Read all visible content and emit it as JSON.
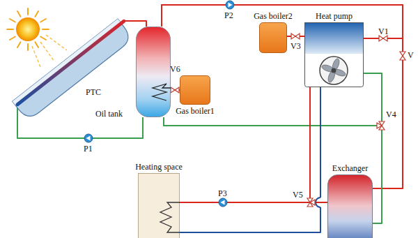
{
  "diagram": {
    "nodes": [
      {
        "text": [
          "PTC"
        ]
      },
      {
        "text": [
          "Oil tank"
        ]
      },
      {
        "text": [
          "Gas boiler1"
        ]
      },
      {
        "text": [
          "Gas boiler2"
        ]
      },
      {
        "text": [
          "Heat pump"
        ]
      },
      {
        "text": [
          "Exchanger"
        ]
      },
      {
        "text": [
          "Heating space"
        ]
      }
    ],
    "edges": [
      {
        "from": 0,
        "to": 1,
        "arrow": "none"
      },
      {
        "from": 1,
        "to": 0,
        "arrow": "none"
      },
      {
        "from": 2,
        "to": 1,
        "arrow": "none"
      },
      {
        "from": 1,
        "to": 4,
        "arrow": "none"
      },
      {
        "from": 1,
        "to": 5,
        "arrow": "none"
      },
      {
        "from": 3,
        "to": 4,
        "arrow": "none"
      },
      {
        "from": 4,
        "to": 1,
        "arrow": "none"
      },
      {
        "from": 5,
        "to": 1,
        "arrow": "none"
      },
      {
        "from": 4,
        "to": 6,
        "arrow": "none"
      },
      {
        "from": 5,
        "to": 6,
        "arrow": "none"
      },
      {
        "from": 6,
        "to": 4,
        "arrow": "none"
      }
    ],
    "labels": [
      "V6",
      "P2",
      "V3",
      "V1",
      "V",
      "P1",
      "V4",
      "V5",
      "P3"
    ]
  }
}
